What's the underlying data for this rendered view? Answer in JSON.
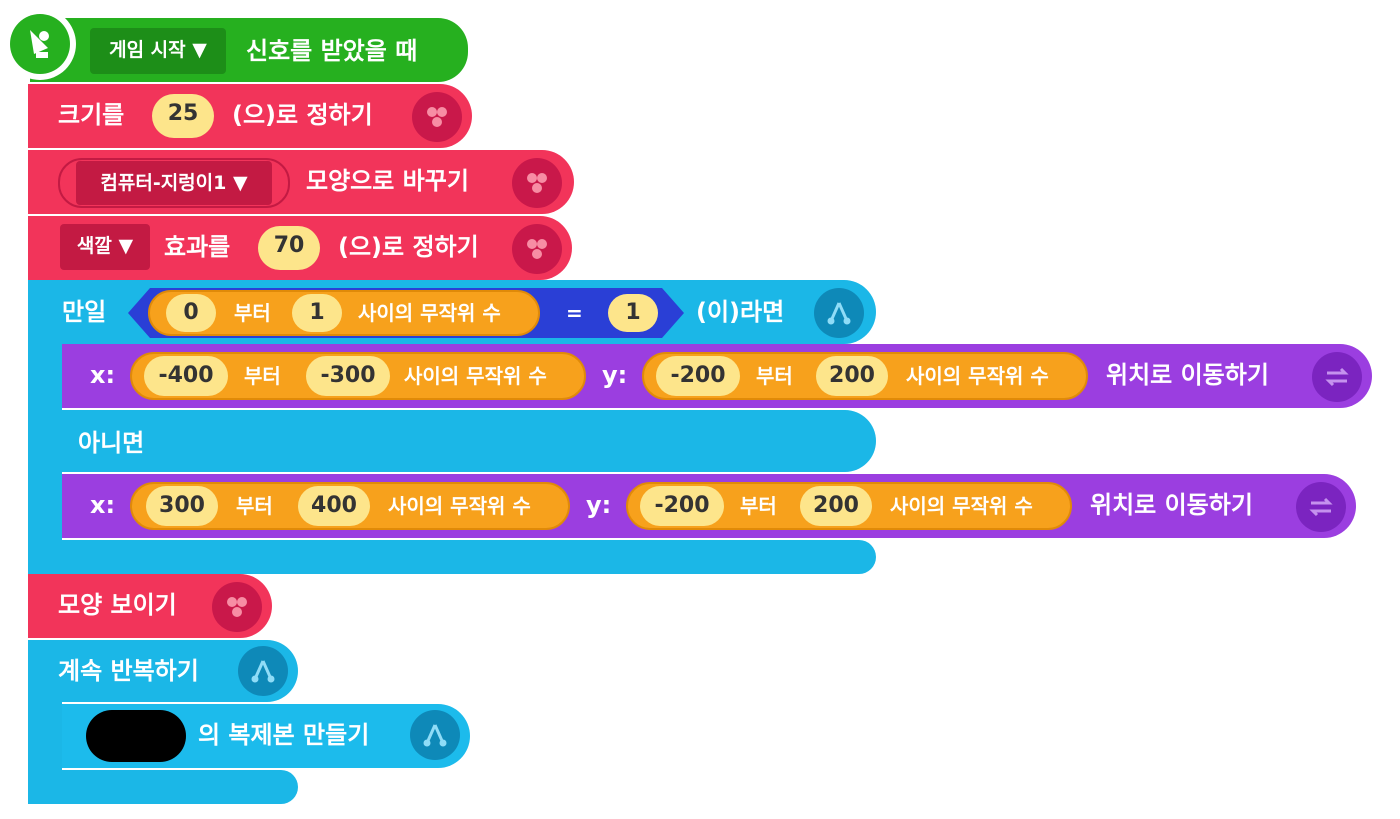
{
  "hat": {
    "dropdown": "게임 시작",
    "label": "신호를 받았을 때"
  },
  "size_block": {
    "label_pre": "크기를",
    "value": "25",
    "label_post": "(으)로 정하기"
  },
  "costume_block": {
    "dropdown": "컴퓨터-지렁이1",
    "label": "모양으로 바꾸기"
  },
  "effect_block": {
    "dropdown": "색깔",
    "label_pre": "효과를",
    "value": "70",
    "label_post": "(으)로 정하기"
  },
  "if_block": {
    "label_if": "만일",
    "random": {
      "from": "0",
      "from_label": "부터",
      "to": "1",
      "to_label": "사이의 무작위 수"
    },
    "operator": "=",
    "compare_value": "1",
    "label_then": "(이)라면",
    "label_else": "아니면"
  },
  "move_block_1": {
    "x_label": "x:",
    "x_from": "-400",
    "x_mid": "부터",
    "x_to": "-300",
    "x_rand": "사이의 무작위 수",
    "y_label": "y:",
    "y_from": "-200",
    "y_mid": "부터",
    "y_to": "200",
    "y_rand": "사이의 무작위 수",
    "label": "위치로 이동하기"
  },
  "move_block_2": {
    "x_label": "x:",
    "x_from": "300",
    "x_mid": "부터",
    "x_to": "400",
    "x_rand": "사이의 무작위 수",
    "y_label": "y:",
    "y_from": "-200",
    "y_mid": "부터",
    "y_to": "200",
    "y_rand": "사이의 무작위 수",
    "label": "위치로 이동하기"
  },
  "show_block": {
    "label": "모양 보이기"
  },
  "forever_block": {
    "label": "계속 반복하기"
  },
  "clone_block": {
    "label": "의 복제본 만들기"
  },
  "colors": {
    "start": "#26b01f",
    "looks": "#f2345a",
    "flow": "#1bb7e7",
    "move": "#9b3ee0",
    "calc": "#f7a11c",
    "judge": "#2a3fd6"
  }
}
